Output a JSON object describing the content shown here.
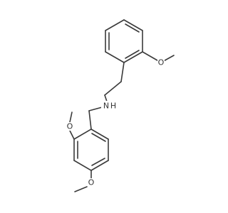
{
  "molecule": {
    "atoms": {
      "o_top": "O",
      "n_amine": "N",
      "h_amine": "H",
      "o_mid": "O",
      "o_bottom": "O"
    }
  }
}
